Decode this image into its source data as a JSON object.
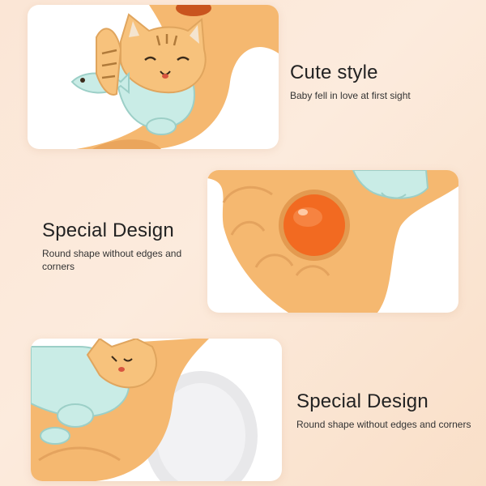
{
  "sections": [
    {
      "title": "Cute style",
      "subtitle": "Baby fell in love at first sight"
    },
    {
      "title": "Special Design",
      "subtitle": "Round shape without edges and corners"
    },
    {
      "title": "Special Design",
      "subtitle": "Round shape without edges and corners"
    }
  ],
  "colors": {
    "background": "#fbe6d6",
    "toy_orange": "#f5b870",
    "cat_teal": "#c9ece6",
    "button_red": "#f26a21"
  }
}
